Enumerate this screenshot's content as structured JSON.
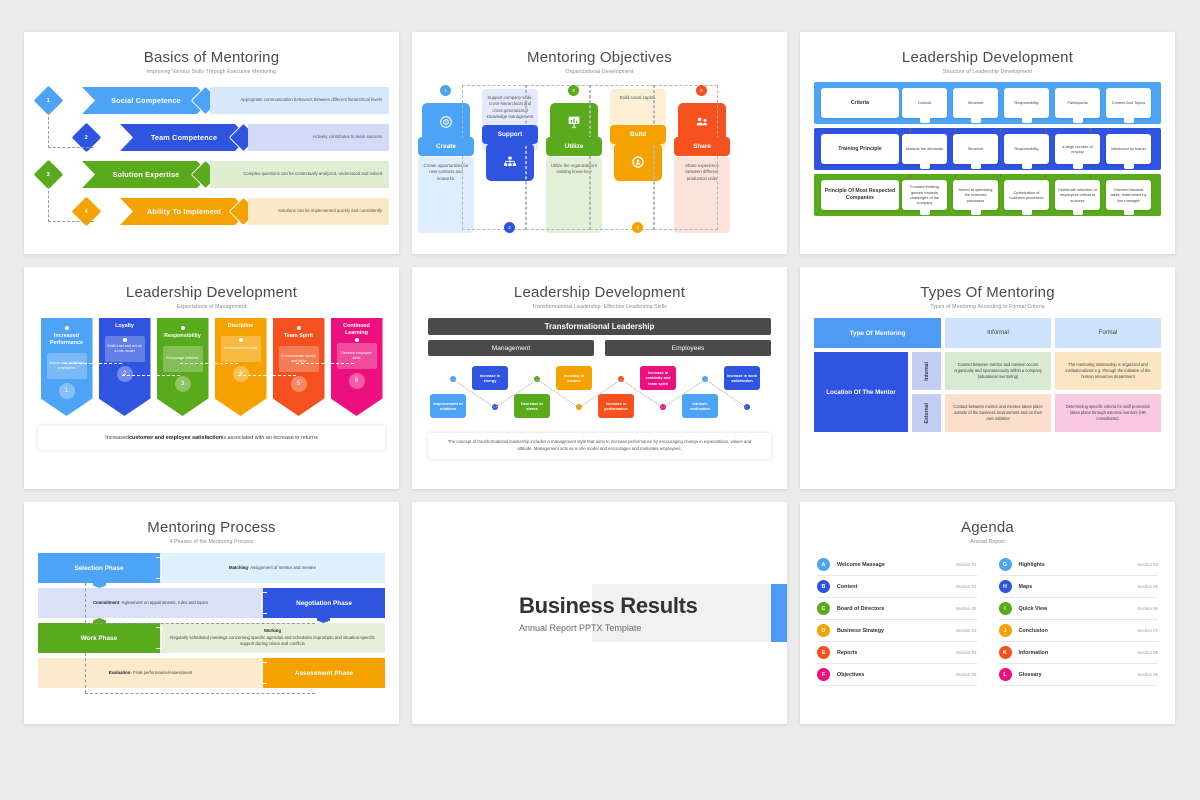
{
  "palette": {
    "light_blue": "#4da3f5",
    "blue": "#2f54e0",
    "green": "#5aaa1e",
    "orange": "#f5a200",
    "deep_orange": "#f4511e",
    "pink": "#ec0f7e",
    "dark_gray": "#4a4a4a",
    "page_bg": "#ebebeb"
  },
  "slide1": {
    "title": "Basics of Mentoring",
    "subtitle": "Improving Various Skills Through Executive Mentoring",
    "rows": [
      {
        "num": "1",
        "label": "Social Competence",
        "desc": "Appropriate communication behaviors between different hierarchical levels",
        "color": "#4da3f5",
        "light": "#d6e8fb"
      },
      {
        "num": "2",
        "label": "Team Competence",
        "desc": "Actively contributes to team success",
        "color": "#2f54e0",
        "light": "#d3daf8"
      },
      {
        "num": "3",
        "label": "Solution Expertise",
        "desc": "Complex questions can be contextually analyzed, understood and solved",
        "color": "#5aaa1e",
        "light": "#dfeed0"
      },
      {
        "num": "4",
        "label": "Ability To Implement",
        "desc": "Solutions can be implemented quickly and consistently",
        "color": "#f5a200",
        "light": "#fbe8c6"
      }
    ]
  },
  "slide2": {
    "title": "Mentoring Objectives",
    "subtitle": "Organizational Development",
    "columns": [
      {
        "badge": "1",
        "label": "Create",
        "icon": "target-icon",
        "text": "Create opportunities for new contacts and networks.",
        "color": "#4da3f5",
        "light": "#dfeefc",
        "badge_pos": "top"
      },
      {
        "badge": "2",
        "label": "Support",
        "icon": "hierarchy-icon",
        "text": "Support company-wide, cross-hierarchical and cross-generational knowledge management",
        "color": "#2f54e0",
        "light": "#e4e9fb",
        "badge_pos": "bottom"
      },
      {
        "badge": "3",
        "label": "Utilize",
        "icon": "presentation-icon",
        "text": "Utilize the organization's existing know-how",
        "color": "#5aaa1e",
        "light": "#e3f0d8",
        "badge_pos": "top"
      },
      {
        "badge": "4",
        "label": "Build",
        "icon": "gear-person-icon",
        "text": "Build social capital.",
        "color": "#f5a200",
        "light": "#fcefd4",
        "badge_pos": "bottom"
      },
      {
        "badge": "5",
        "label": "Share",
        "icon": "people-icon",
        "text": "Share experience between different production units",
        "color": "#f4511e",
        "light": "#fbe2da",
        "badge_pos": "top"
      }
    ]
  },
  "slide3": {
    "title": "Leadership Development",
    "subtitle": "Structure of Leadership Development",
    "rows": [
      {
        "color": "#4da3f5",
        "main": "Criteria",
        "cells": [
          "Outlook",
          "Structure",
          "Responsibility",
          "Participants",
          "Content And Topics"
        ]
      },
      {
        "color": "#2f54e0",
        "main": "Training Principle",
        "cells": [
          "towards the demands",
          "Structure",
          "Responsibility",
          "a large number of employ",
          "influenced by trainer"
        ]
      },
      {
        "color": "#5aaa1e",
        "main": "Principle Of Most Respected Companies",
        "cells": [
          "Forward thinking geared towards challenges of the company",
          "Aimed at optimizing the business processes",
          "Optimization of business processes",
          "Deliberate selection of employees critical to success",
          "Oriented towards tasks, determined by line manager"
        ]
      }
    ]
  },
  "slide4": {
    "title": "Leadership Development",
    "subtitle": "Expectations of Management",
    "banners": [
      {
        "num": "1",
        "head": "Increased Performance",
        "inner": "Inspire and challenge employees",
        "color": "#4da3f5",
        "high": false
      },
      {
        "num": "2",
        "head": "Loyalty",
        "inner": "Build trust and act as a role model",
        "color": "#2f54e0",
        "high": true
      },
      {
        "num": "3",
        "head": "Responsibility",
        "inner": "Encourage initiative",
        "color": "#5aaa1e",
        "high": false
      },
      {
        "num": "4",
        "head": "Discipline",
        "inner": "Act entrepreneurially",
        "color": "#f5a200",
        "high": true
      },
      {
        "num": "5",
        "head": "Team Spirit",
        "inner": "Communicate openly and fairly",
        "color": "#f4511e",
        "high": false
      },
      {
        "num": "6",
        "head": "Continued Learning",
        "inner": "Develop employee skills",
        "color": "#ec0f7e",
        "high": true
      }
    ],
    "footer_pre": "Increased ",
    "footer_bold": "customer and employee satisfaction",
    "footer_post": " is associated with an increase in returns"
  },
  "slide5": {
    "title": "Leadership Development",
    "subtitle": "Transformational Leadership: Effective Leadership Skills",
    "header": "Transformational Leadership",
    "col_left": "Management",
    "col_right": "Employees",
    "boxes": [
      {
        "label": "Improvement of relations",
        "color": "#4da3f5",
        "row": "bottom"
      },
      {
        "label": "Increase in energy",
        "color": "#2f54e0",
        "row": "top"
      },
      {
        "label": "Decrease in stress",
        "color": "#5aaa1e",
        "row": "bottom"
      },
      {
        "label": "Increase in income",
        "color": "#f5a200",
        "row": "top"
      },
      {
        "label": "Increase in performance",
        "color": "#f4511e",
        "row": "bottom"
      },
      {
        "label": "Increase in creativity and team spirit",
        "color": "#ec0f7e",
        "row": "top"
      },
      {
        "label": "Intrinsic motivation",
        "color": "#4da3f5",
        "row": "bottom"
      },
      {
        "label": "Increase in work satisfaction",
        "color": "#2f54e0",
        "row": "top"
      }
    ],
    "footer": "The concept of transformational leadership includes a management style that aims to increase performance by encouraging change in expectations, values and attitude. Management acts as a role model and encourages and motivates employees."
  },
  "slide6": {
    "title": "Types Of Mentoring",
    "subtitle": "Types of Mentoring According to Formal Criteria",
    "head_main": "Type Of Mentoring",
    "head_cols": [
      "Informal",
      "Formal"
    ],
    "row_label": "Location Of The Mentor",
    "vert_labels": [
      "Internal",
      "External"
    ],
    "cells": [
      {
        "text": "Contact between mentor and mentee occurs organically and spontaneously within a company (situational mentoring)",
        "bg": "#d9ead2"
      },
      {
        "text": "The mentoring relationship is organized and institutionalized e.g. through the initiative of the human resources department",
        "bg": "#fbe5c2"
      },
      {
        "text": "Contact between mentor and mentee takes place outside of the business environment and on their own initiative",
        "bg": "#fadfcd"
      },
      {
        "text": "Determining specific criteria for staff promotion takes place through external mentors (HR consultants).",
        "bg": "#f8c9e0"
      }
    ]
  },
  "slide7": {
    "title": "Mentoring Process",
    "subtitle": "4 Phases of the Mentoring Process",
    "rows": [
      {
        "label": "Selection Phase",
        "side": "left",
        "color": "#4da3f5",
        "light": "#e0effc",
        "bold": "Matching",
        "text": " - Assignment of mentor and mentee",
        "title2": ""
      },
      {
        "label": "Negotiation Phase",
        "side": "right",
        "color": "#2f54e0",
        "light": "#dbe0f9",
        "bold": "Commitment",
        "text": "- Agreement on appointments, rules and topics",
        "title2": ""
      },
      {
        "label": "Work Phase",
        "side": "left",
        "color": "#5aaa1e",
        "light": "#e5f0da",
        "bold": "",
        "text": "Regularly scheduled meetings concerning specific agendas and schedules impromptu and situation-specific support during crises and conflicts",
        "title2": "Working"
      },
      {
        "label": "Assessment Phase",
        "side": "right",
        "color": "#f5a200",
        "light": "#fbeacb",
        "bold": "Evaluation",
        "text": " - Final performance/Assessment",
        "title2": ""
      }
    ]
  },
  "slide8": {
    "title": "Business Results",
    "subtitle": "Annual Report PPTX Template",
    "accent": "#4d9bf5"
  },
  "slide9": {
    "title": "Agenda",
    "subtitle": "Annual Report",
    "left": [
      {
        "letter": "A",
        "label": "Welcome Massage",
        "section": "Section 01",
        "color": "#4da3f5"
      },
      {
        "letter": "B",
        "label": "Content",
        "section": "Section 01",
        "color": "#2f54e0"
      },
      {
        "letter": "C",
        "label": "Board of Directors",
        "section": "Section 02",
        "color": "#5aaa1e"
      },
      {
        "letter": "D",
        "label": "Business Strategy",
        "section": "Section 03",
        "color": "#f5a200"
      },
      {
        "letter": "E",
        "label": "Reports",
        "section": "Section 03",
        "color": "#f4511e"
      },
      {
        "letter": "F",
        "label": "Objectives",
        "section": "Section 03",
        "color": "#ec0f7e"
      }
    ],
    "right": [
      {
        "letter": "G",
        "label": "Highlights",
        "section": "Section 04",
        "color": "#4da3f5"
      },
      {
        "letter": "H",
        "label": "Maps",
        "section": "Section 05",
        "color": "#2f54e0"
      },
      {
        "letter": "I",
        "label": "Quick View",
        "section": "Section 06",
        "color": "#5aaa1e"
      },
      {
        "letter": "J",
        "label": "Conclusion",
        "section": "Section 07",
        "color": "#f5a200"
      },
      {
        "letter": "K",
        "label": "Information",
        "section": "Section 08",
        "color": "#f4511e"
      },
      {
        "letter": "L",
        "label": "Glossary",
        "section": "Section 08",
        "color": "#ec0f7e"
      }
    ]
  }
}
